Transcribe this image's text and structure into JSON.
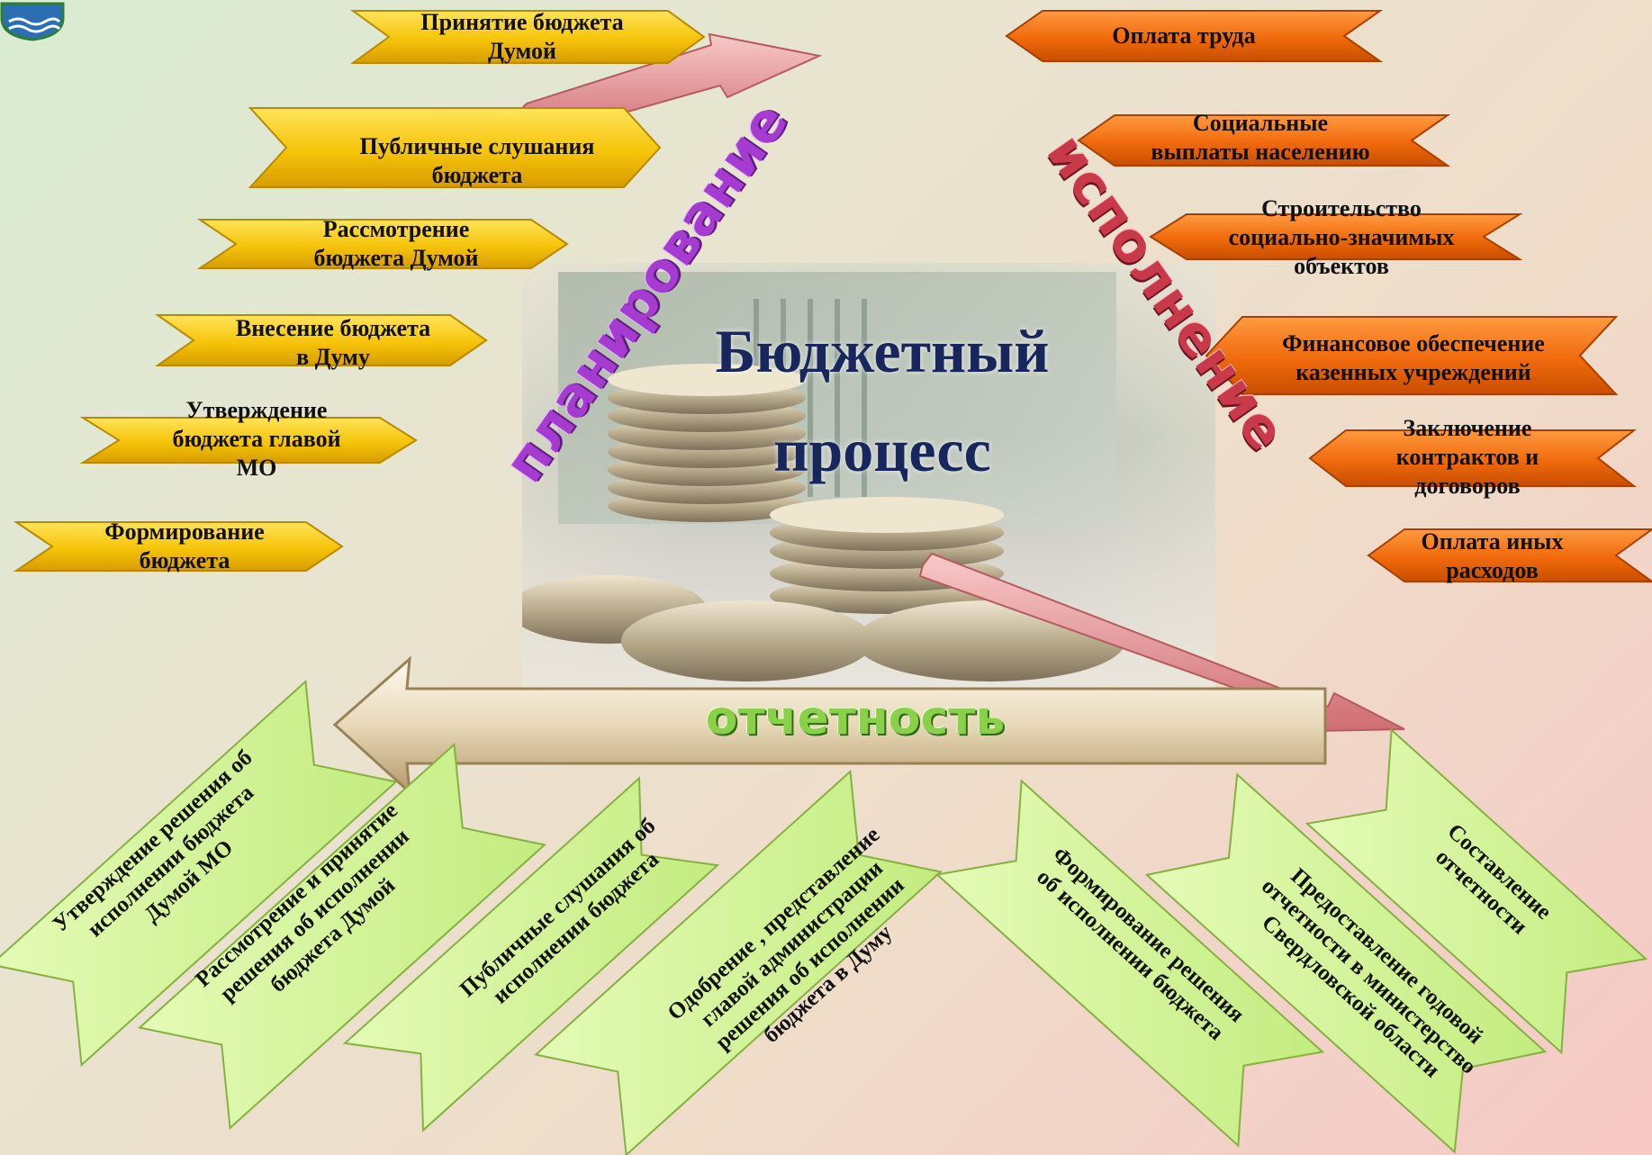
{
  "title": "Бюджетный процесс",
  "title_lines": [
    "Бюджетный",
    "процесс"
  ],
  "sections": {
    "planning": "планирование",
    "execution": "исполнение",
    "reporting": "отчетность"
  },
  "planning_steps": [
    "Принятие бюджета\nДумой",
    "Публичные слушания\nбюджета",
    "Рассмотрение\nбюджета Думой",
    "Внесение бюджета\nв Думу",
    "Утверждение\nбюджета главой\nМО",
    "Формирование\nбюджета"
  ],
  "execution_items": [
    "Оплата труда",
    "Социальные\nвыплаты населению",
    "Строительство\nсоциально-значимых\nобъектов",
    "Финансовое обеспечение\nказенных учреждений",
    "Заключение\nконтрактов и\nдоговоров",
    "Оплата иных\nрасходов"
  ],
  "reporting_steps": [
    "Утверждение решения об\nисполнении бюджета\nДумой  МО",
    "Рассмотрение и принятие\nрешения об исполнении\nбюджета Думой",
    "Публичные слушания об\nисполнении бюджета",
    "Одобрение , представление\nглавой администрации\nрешения об исполнении\nбюджета в Думу",
    "Формирование решения\nоб исполнении бюджета",
    "Предоставление годовой\nотчетности в министерство\nСвердловской области",
    "Составление\nотчетности"
  ],
  "colors": {
    "planning_fill": "#f6c40a",
    "execution_fill": "#f06a0c",
    "reporting_fill": "#cdf08e",
    "title_color": "#17275e",
    "planning_word": "#a63bd1",
    "execution_word": "#c83a4a",
    "reporting_word": "#8bd04a"
  }
}
